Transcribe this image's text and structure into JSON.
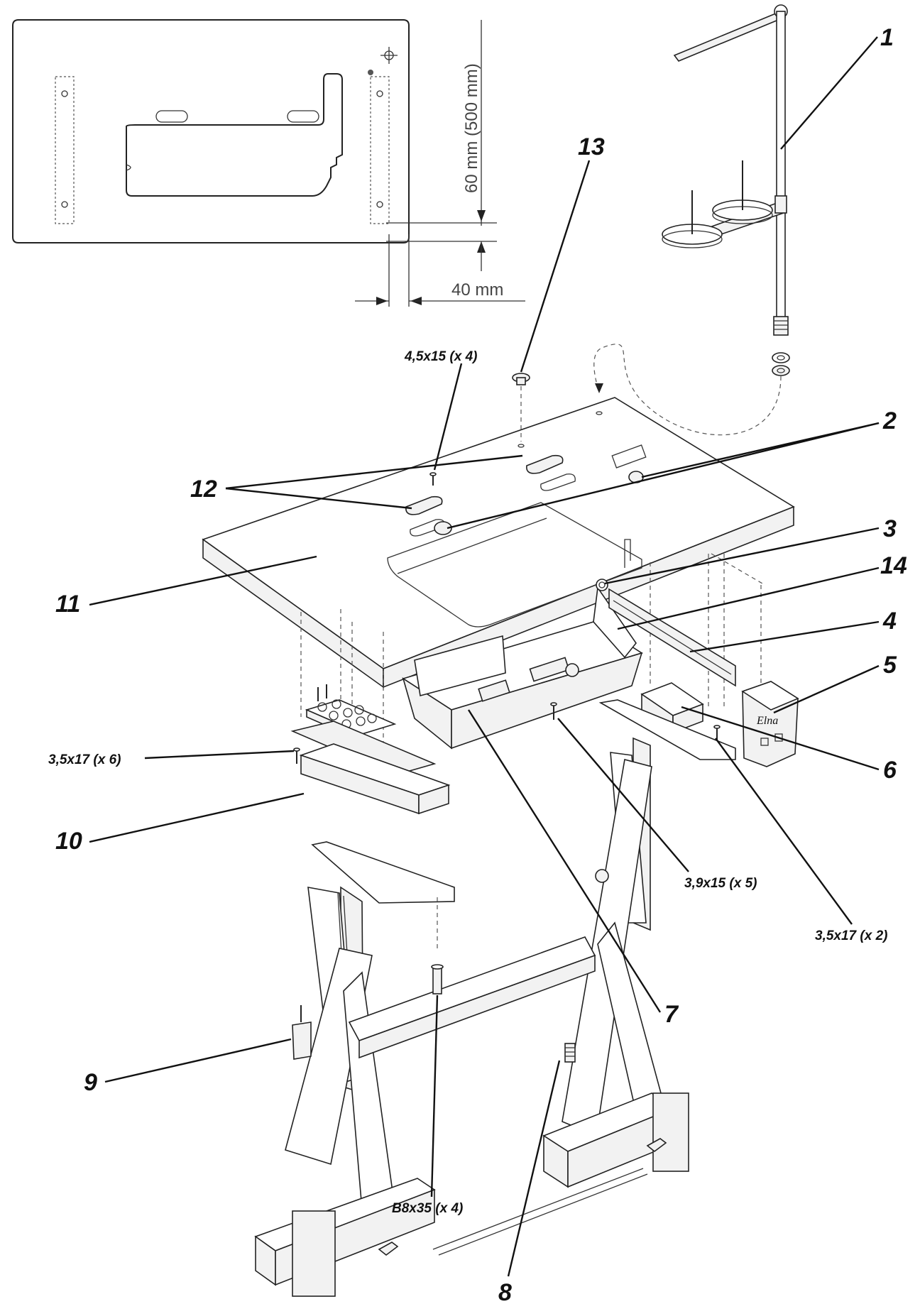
{
  "dimensions": {
    "vertical": "60 mm (500 mm)",
    "horizontal": "40 mm"
  },
  "screw_specs": {
    "tabletop_screws": "4,5x15 (x 4)",
    "drawer_screws": "3,5x17 (x 6)",
    "bracket_screws": "3,9x15 (x 5)",
    "switch_screws": "3,5x17 (x 2)",
    "leg_bolts": "B8x35 (x 4)"
  },
  "callouts": [
    "1",
    "2",
    "3",
    "4",
    "5",
    "6",
    "7",
    "8",
    "9",
    "10",
    "11",
    "12",
    "13",
    "14"
  ],
  "switch_label": "Elna"
}
